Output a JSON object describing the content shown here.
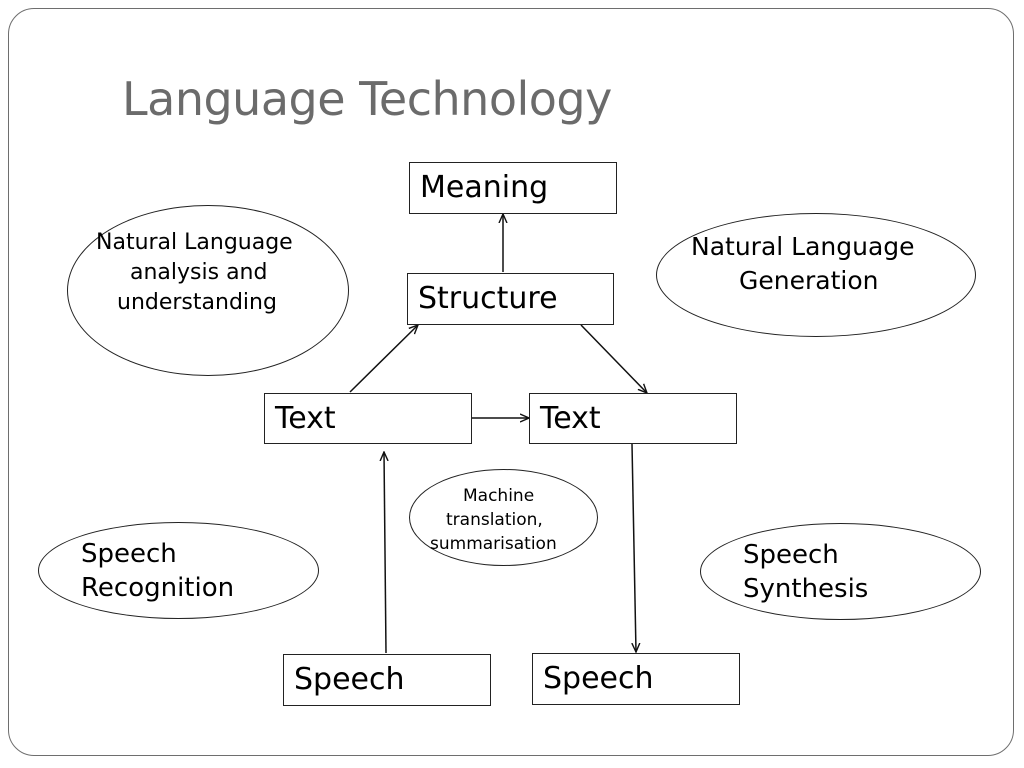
{
  "slide": {
    "title": "Language Technology"
  },
  "diagram": {
    "boxes": {
      "meaning": "Meaning",
      "structure": "Structure",
      "text_left": "Text",
      "text_right": "Text",
      "speech_left": "Speech",
      "speech_right": "Speech"
    },
    "labels": {
      "nl_analysis": [
        "Natural Language",
        "analysis and",
        "understanding"
      ],
      "nl_generation": [
        "Natural Language",
        "Generation"
      ],
      "machine_translation": [
        "Machine",
        "translation,",
        "summarisation"
      ],
      "speech_recognition": [
        "Speech",
        "Recognition"
      ],
      "speech_synthesis": [
        "Speech",
        "Synthesis"
      ]
    }
  }
}
